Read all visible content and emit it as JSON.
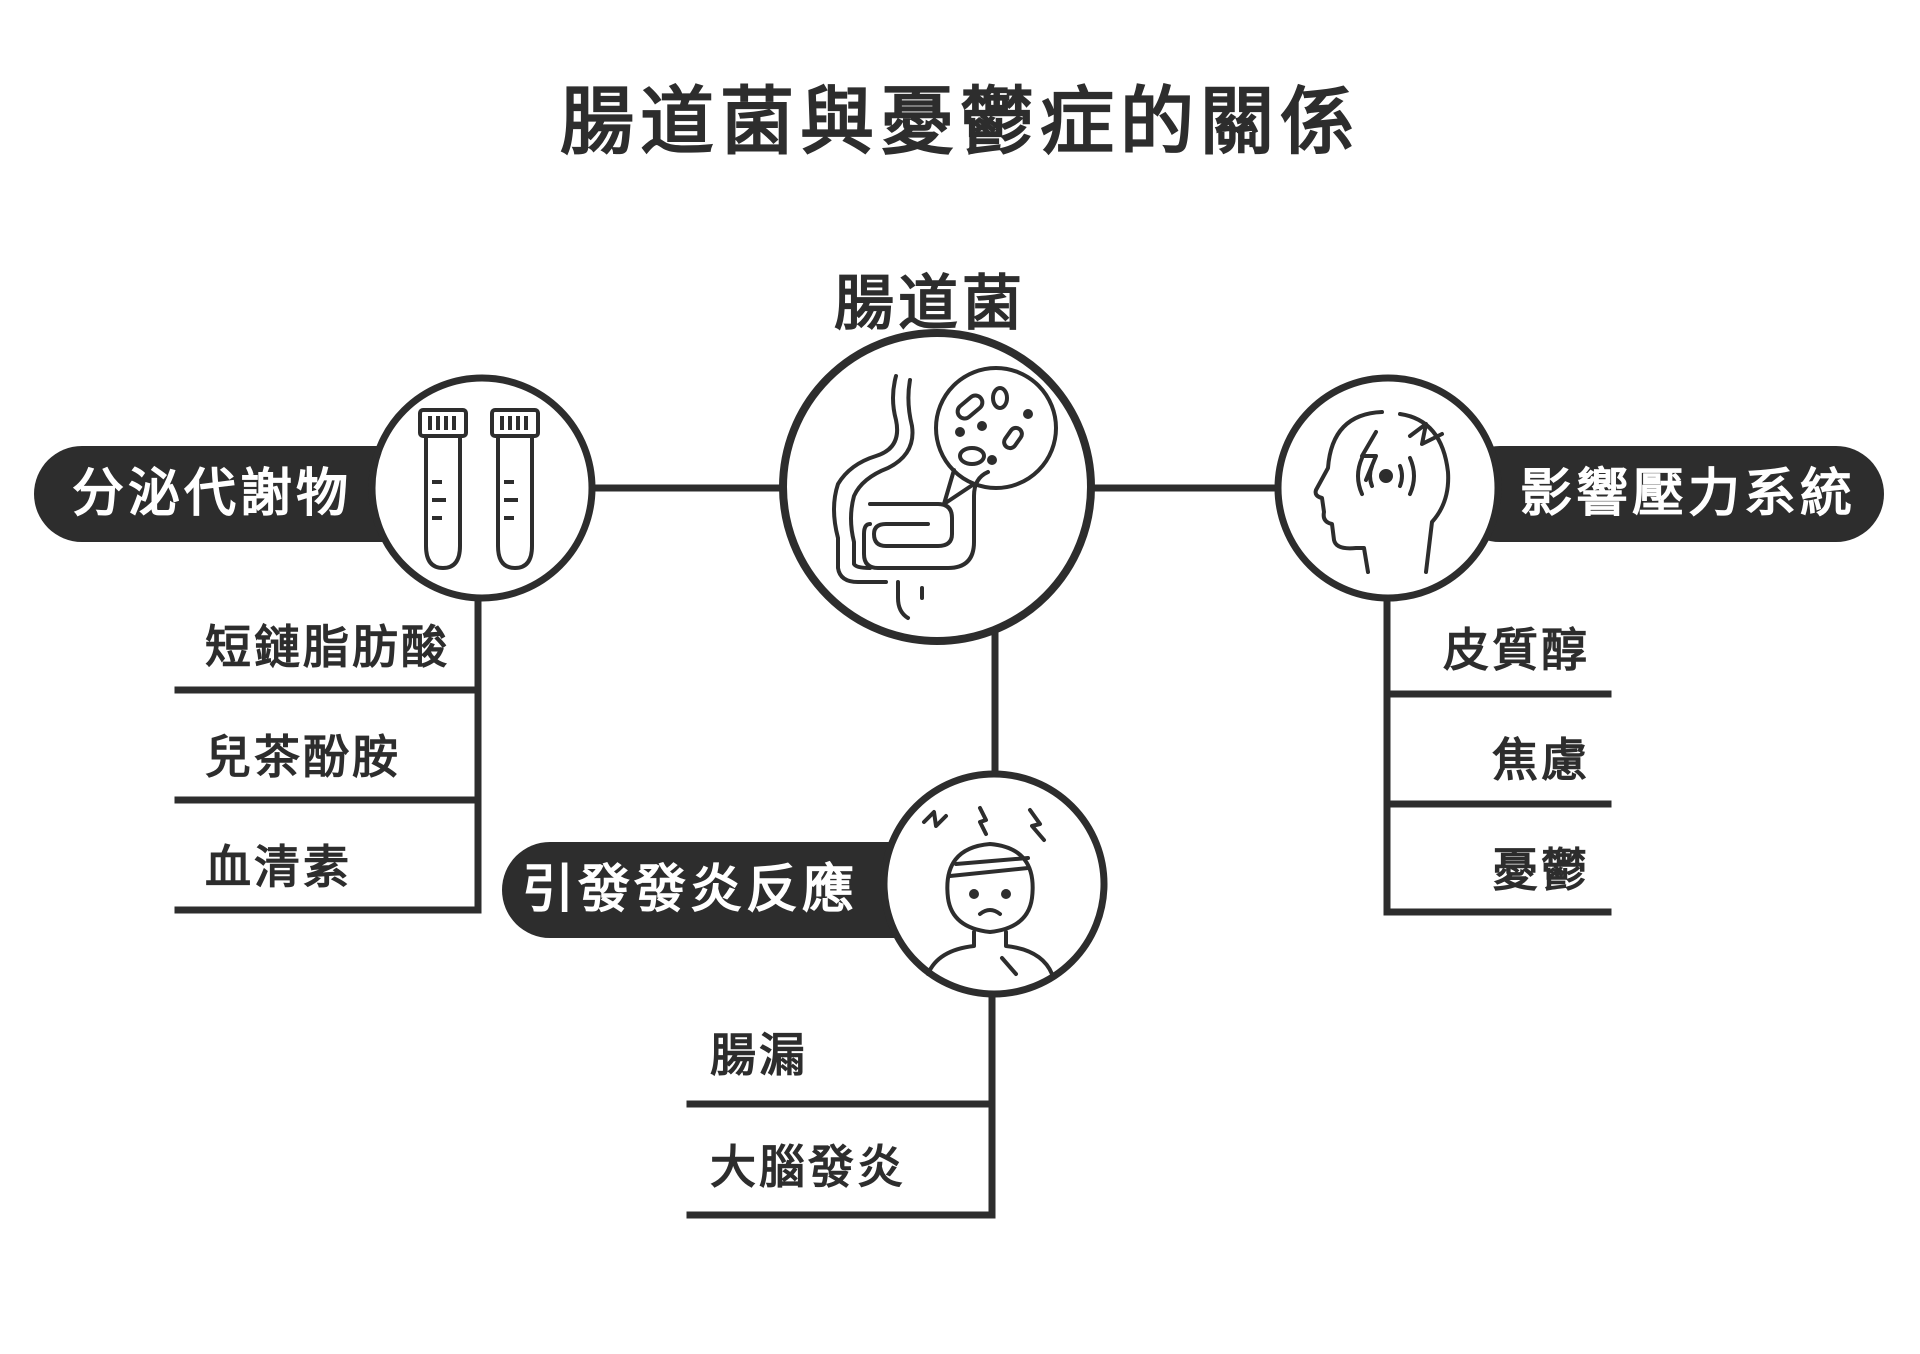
{
  "title": "腸道菌與憂鬱症的關係",
  "center": {
    "label": "腸道菌",
    "icon": "gut-bacteria-icon"
  },
  "left_branch": {
    "label": "分泌代謝物",
    "icon": "test-tubes-icon",
    "items": [
      "短鏈脂肪酸",
      "兒茶酚胺",
      "血清素"
    ]
  },
  "right_branch": {
    "label": "影響壓力系統",
    "icon": "stressed-head-icon",
    "items": [
      "皮質醇",
      "焦慮",
      "憂鬱"
    ]
  },
  "bottom_branch": {
    "label": "引發發炎反應",
    "icon": "sick-person-icon",
    "items": [
      "腸漏",
      "大腦發炎"
    ]
  },
  "colors": {
    "dark": "#2d2d2d",
    "background": "#ffffff"
  }
}
